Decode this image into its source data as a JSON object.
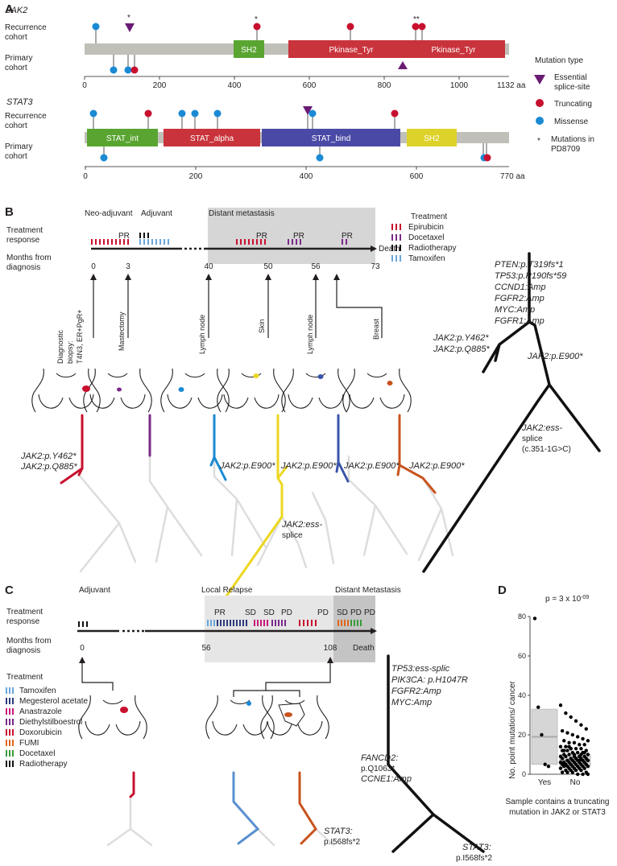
{
  "colors": {
    "backbone": "#c0c0b8",
    "stat_int": "#5aa532",
    "stat_alpha": "#c9333b",
    "stat_bind": "#4a4aa6",
    "sh2_jak": "#5aa532",
    "pkinase": "#c9333b",
    "sh2_stat": "#ddd22a",
    "truncating": "#c8102e",
    "missense": "#1a8ad4",
    "splice": "#6a1b73",
    "epirubicin": "#c8102e",
    "docetaxel": "#7b2a8a",
    "radiotherapy": "#111111",
    "tamoxifen": "#6aa6dc",
    "shade": "#d6d6d6",
    "lymph1": "#1a8ad4",
    "skin": "#ecd71f",
    "lymph2": "#3a55a8",
    "breast": "#c8531e",
    "gray_tree": "#dddddd"
  },
  "panelA": {
    "label": "A",
    "jak2": {
      "gene": "JAK2",
      "recurrence_label": "Recurrence",
      "recurrence_label2": "cohort",
      "primary_label": "Primary",
      "primary_label2": "cohort",
      "domains": [
        "SH2",
        "Pkinase_Tyr",
        "Pkinase_Tyr"
      ],
      "ticks": [
        "0",
        "200",
        "400",
        "600",
        "800",
        "1000"
      ],
      "end_label": "1132 aa",
      "star_single": "*",
      "star_double": "**"
    },
    "stat3": {
      "gene": "STAT3",
      "recurrence_label": "Recurrence",
      "recurrence_label2": "cohort",
      "primary_label": "Primary",
      "primary_label2": "cohort",
      "domains": [
        "STAT_int",
        "STAT_alpha",
        "STAT_bind",
        "SH2"
      ],
      "ticks": [
        "0",
        "200",
        "400",
        "600"
      ],
      "end_label": "770 aa"
    },
    "legend": {
      "title": "Mutation type",
      "splice": "Essential",
      "splice2": "splice-site",
      "truncating": "Truncating",
      "missense": "Missense",
      "star": "*",
      "star_text": "Mutations in",
      "star_text2": "PD8709"
    }
  },
  "panelB": {
    "label": "B",
    "phase_neo": "Neo-adjuvant",
    "phase_adj": "Adjuvant",
    "phase_dist": "Distant metastasis",
    "row_treat": "Treatment",
    "row_resp": "response",
    "row_months": "Months from",
    "row_diag": "diagnosis",
    "pr": "PR",
    "death": "Death",
    "months": [
      "0",
      "3",
      "40",
      "50",
      "56",
      "73"
    ],
    "legend_title": "Treatment",
    "legend": [
      "Epirubicin",
      "Docetaxel",
      "Radiotherapy",
      "Tamoxifen"
    ],
    "samples": [
      "Diagnostic",
      "biopsy:",
      "T4N3, ER+PgR+",
      "Mastectomy",
      "Lymph  node",
      "Skin",
      "Lymph  node",
      "Breast"
    ],
    "branch_y462": "JAK2:p.Y462*",
    "branch_q885": "JAK2:p.Q885*",
    "e900": "JAK2:p.E900*",
    "ess1": "JAK2:ess-",
    "ess2": "splice",
    "tree_right": [
      "PTEN:p.T319fs*1",
      "TP53:p.P190fs*59",
      "CCND1:Amp",
      "FGFR2:Amp",
      "MYC:Amp",
      "FGFR1:Amp"
    ],
    "tree_right_y462": "JAK2:p.Y462*",
    "tree_right_q885": "JAK2:p.Q885*",
    "tree_right_e900": "JAK2:p.E900*",
    "tree_right_ess1": "JAK2:ess-",
    "tree_right_ess2": "splice",
    "tree_right_ess3": "(c.351-1G>C)"
  },
  "panelC": {
    "label": "C",
    "phase_adj": "Adjuvant",
    "phase_local": "Local Relapse",
    "phase_dist": "Distant Metastasis",
    "row_treat": "Treatment",
    "row_resp": "response",
    "row_months": "Months from",
    "row_diag": "diagnosis",
    "resp": [
      "PR",
      "SD",
      "SD",
      "PD",
      "PD",
      "SD",
      "PD",
      "PD"
    ],
    "months": [
      "0",
      "56",
      "108"
    ],
    "death": "Death",
    "legend_title": "Treatment",
    "legend": [
      "Tamoxifen",
      "Megesterol acetate",
      "Anastrazole",
      "Diethylstilboestrol",
      "Doxorubicin",
      "FUMI",
      "Docetaxel",
      "Radiotherapy"
    ],
    "legend_colors": [
      "#6aa6dc",
      "#2a3a7a",
      "#c8187a",
      "#7b2a8a",
      "#c8102e",
      "#e0661a",
      "#3a9a3a",
      "#111111"
    ],
    "tree_right": [
      "TP53:ess-splic",
      "PIK3CA: p.H1047R",
      "FGFR2:Amp",
      "MYC:Amp"
    ],
    "fancd2": "FANCD2:",
    "fancd2_b": "p.Q1063*",
    "ccne1": "CCNE1:Amp",
    "stat3_left": "STAT3:",
    "stat3_left_b": "p.I568fs*2",
    "stat3_right": "STAT3:",
    "stat3_right_b": "p.I568fs*2"
  },
  "panelD": {
    "label": "D",
    "pvalue": "p = 3 x 10",
    "pexp": "-09",
    "ylabel": "No. point mutations/ cancer",
    "xlabel1": "Sample contains a truncating",
    "xlabel2": "mutation in JAK2 or STAT3"
  },
  "chart_data": {
    "type": "scatter",
    "title": "",
    "xlabel": "Sample contains a truncating mutation in JAK2 or STAT3",
    "ylabel": "No. point mutations/ cancer",
    "categories": [
      "Yes",
      "No"
    ],
    "ylim": [
      0,
      80
    ],
    "yticks": [
      0,
      20,
      40,
      60,
      80
    ],
    "pvalue": "p = 3 x 10^-09",
    "series": [
      {
        "name": "Yes",
        "values": [
          79,
          34,
          20,
          5,
          4
        ],
        "box": {
          "q1": 5,
          "median": 19,
          "q3": 33
        }
      },
      {
        "name": "No",
        "values": [
          35,
          31,
          29,
          27,
          25,
          23,
          22,
          21,
          20,
          19,
          18,
          17,
          17,
          16,
          16,
          15,
          15,
          14,
          14,
          13,
          13,
          13,
          12,
          12,
          12,
          11,
          11,
          11,
          10,
          10,
          10,
          10,
          9,
          9,
          9,
          9,
          8,
          8,
          8,
          8,
          8,
          7,
          7,
          7,
          7,
          7,
          6,
          6,
          6,
          6,
          6,
          6,
          5,
          5,
          5,
          5,
          5,
          5,
          4,
          4,
          4,
          4,
          4,
          4,
          3,
          3,
          3,
          3,
          3,
          2,
          2,
          2,
          2,
          1,
          1,
          1,
          1,
          0,
          0,
          0,
          12,
          14,
          9,
          7,
          11,
          6,
          5,
          13,
          8,
          10
        ],
        "box": {
          "q1": 4,
          "median": 7,
          "q3": 10
        }
      }
    ]
  }
}
